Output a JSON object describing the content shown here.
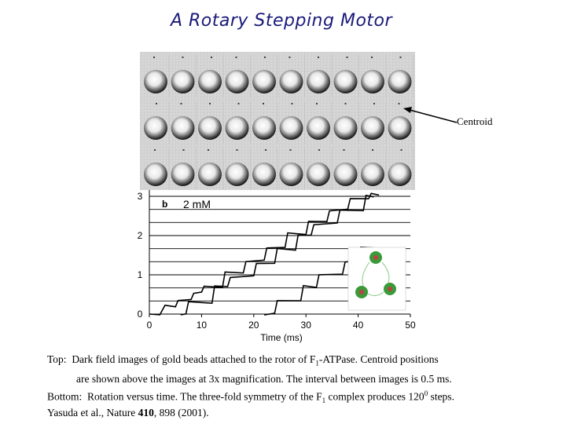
{
  "title": "A Rotary Stepping Motor",
  "annotation": {
    "centroid_label": "Centroid"
  },
  "chart_data": {
    "type": "line",
    "panel_label": "b",
    "condition": "2 mM",
    "xlabel": "Time (ms)",
    "ylabel": "",
    "x_ticks": [
      "0",
      "10",
      "20",
      "30",
      "40",
      "50"
    ],
    "y_ticks": [
      "0",
      "1",
      "2",
      "3"
    ],
    "xlim": [
      0,
      50
    ],
    "ylim": [
      0,
      3
    ],
    "grid": "horizontal lines at every 1/3 revolution",
    "series": [
      {
        "x": [
          0,
          2,
          3,
          5,
          5.5,
          8,
          8.5,
          10,
          10.5,
          14,
          14.5,
          18,
          18.5,
          22,
          22.5,
          26,
          26.5,
          30,
          30.5,
          34,
          34.5,
          38,
          38.5,
          42,
          42.5,
          44
        ],
        "values": [
          0,
          0,
          0.2,
          0.2,
          0.35,
          0.35,
          0.55,
          0.55,
          0.7,
          0.7,
          1.05,
          1.05,
          1.35,
          1.35,
          1.7,
          1.7,
          2.05,
          2.05,
          2.35,
          2.35,
          2.65,
          2.65,
          2.95,
          2.95,
          3.05,
          3.05
        ]
      },
      {
        "x": [
          6,
          7,
          7.5,
          12,
          12.5,
          15,
          15.5,
          20,
          20.5,
          24,
          24.5,
          28,
          28.5,
          31,
          31.5,
          36,
          36.5,
          41,
          41.5,
          43
        ],
        "values": [
          0,
          0,
          0.3,
          0.3,
          0.7,
          0.7,
          0.95,
          0.95,
          1.3,
          1.3,
          1.65,
          1.65,
          2.0,
          2.0,
          2.3,
          2.3,
          2.65,
          2.65,
          3.0,
          3.0
        ]
      },
      {
        "x": [
          22,
          24,
          24.5,
          29,
          29.5,
          32,
          32.5,
          37,
          37.5,
          40,
          40.5,
          44
        ],
        "values": [
          0,
          0,
          0.35,
          0.35,
          0.7,
          0.7,
          1.0,
          1.0,
          1.35,
          1.35,
          1.7,
          1.7
        ]
      }
    ]
  },
  "caption": {
    "top_label": "Top:",
    "top_line1_a": "Dark field images of gold beads attached to the rotor of F",
    "top_line1_sub": "1",
    "top_line1_b": "-ATPase. Centroid positions",
    "top_line2": "are shown above the images at 3x magnification. The interval between images is 0.5 ms.",
    "bottom_label": "Bottom:",
    "bottom_a": "Rotation versus time. The three-fold symmetry of the F",
    "bottom_sub": "1",
    "bottom_b": "complex produces 120",
    "bottom_sup": "0",
    "bottom_c": "steps."
  },
  "citation": {
    "authors": "Yasuda et al., Nature ",
    "volume": "410",
    "pages": ", 898 (2001)."
  }
}
